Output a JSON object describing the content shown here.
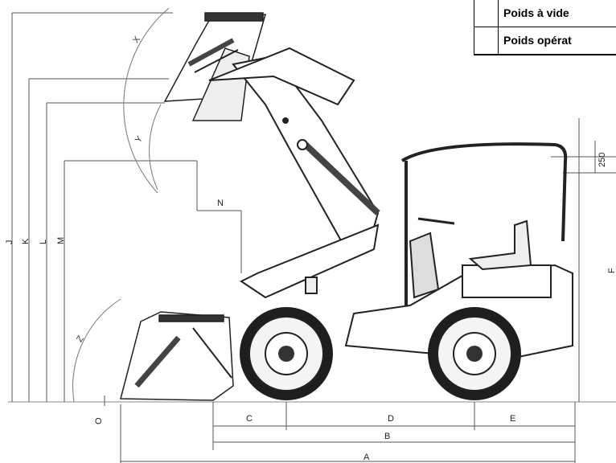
{
  "table": {
    "rows": [
      {
        "label": "Poids à vide"
      },
      {
        "label": "Poids opérat"
      }
    ]
  },
  "dimensions": {
    "A": "A",
    "B": "B",
    "C": "C",
    "D": "D",
    "E": "E",
    "F": "F",
    "J": "J",
    "K": "K",
    "L": "L",
    "M": "M",
    "N": "N",
    "O": "O",
    "roof_offset": "250"
  },
  "angles": {
    "X": "X",
    "Y": "Y",
    "Z": "Z"
  }
}
